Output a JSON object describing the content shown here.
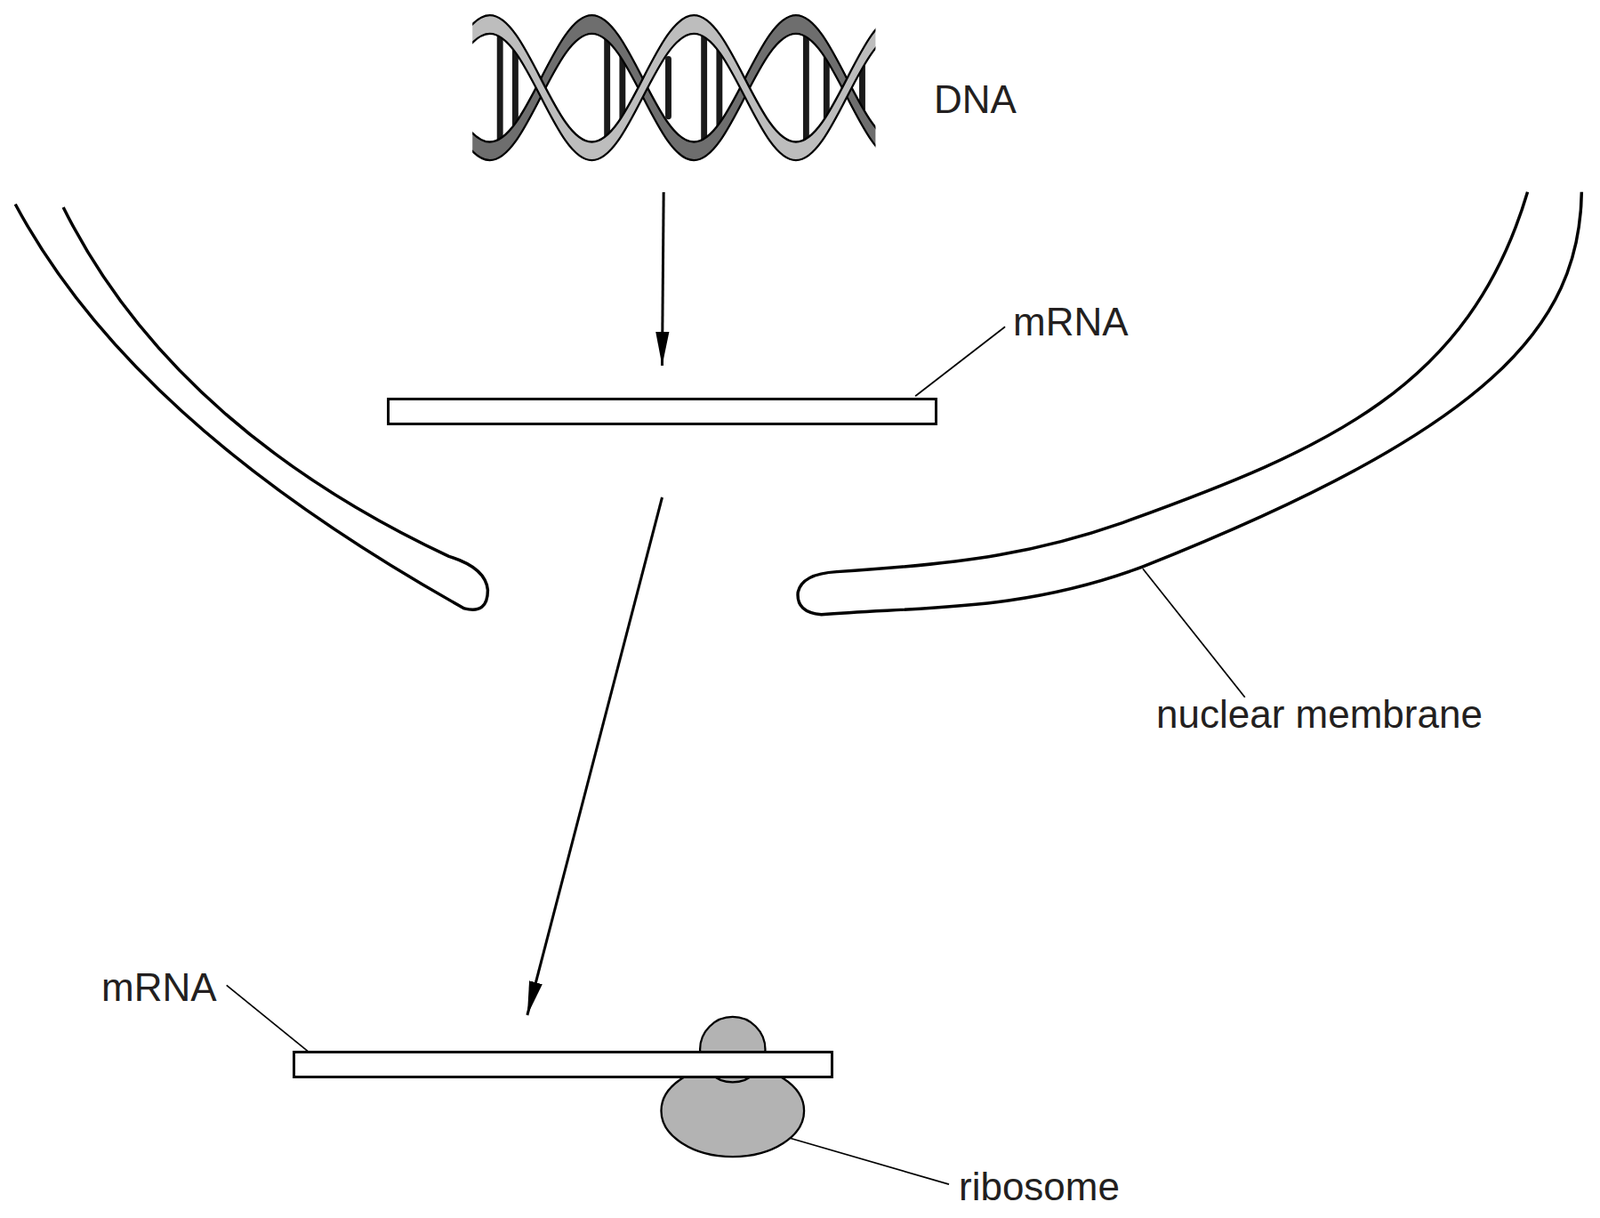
{
  "diagram": {
    "nodes": [
      {
        "text": [
          "DNA"
        ]
      },
      {
        "text": [
          "mRNA"
        ]
      },
      {
        "text": [
          "mRNA"
        ]
      }
    ],
    "edges": [
      {
        "from": 0,
        "to": 1,
        "arrow": "to"
      },
      {
        "from": 1,
        "to": 2,
        "arrow": "to"
      }
    ],
    "labels": [
      "nuclear membrane",
      "ribosome"
    ]
  }
}
